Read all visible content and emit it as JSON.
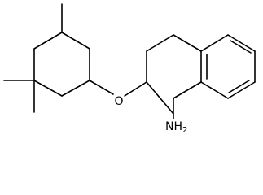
{
  "molecule": {
    "atoms": {
      "oxygen": "O",
      "amine": "NH",
      "amine_subscript": "2"
    }
  }
}
